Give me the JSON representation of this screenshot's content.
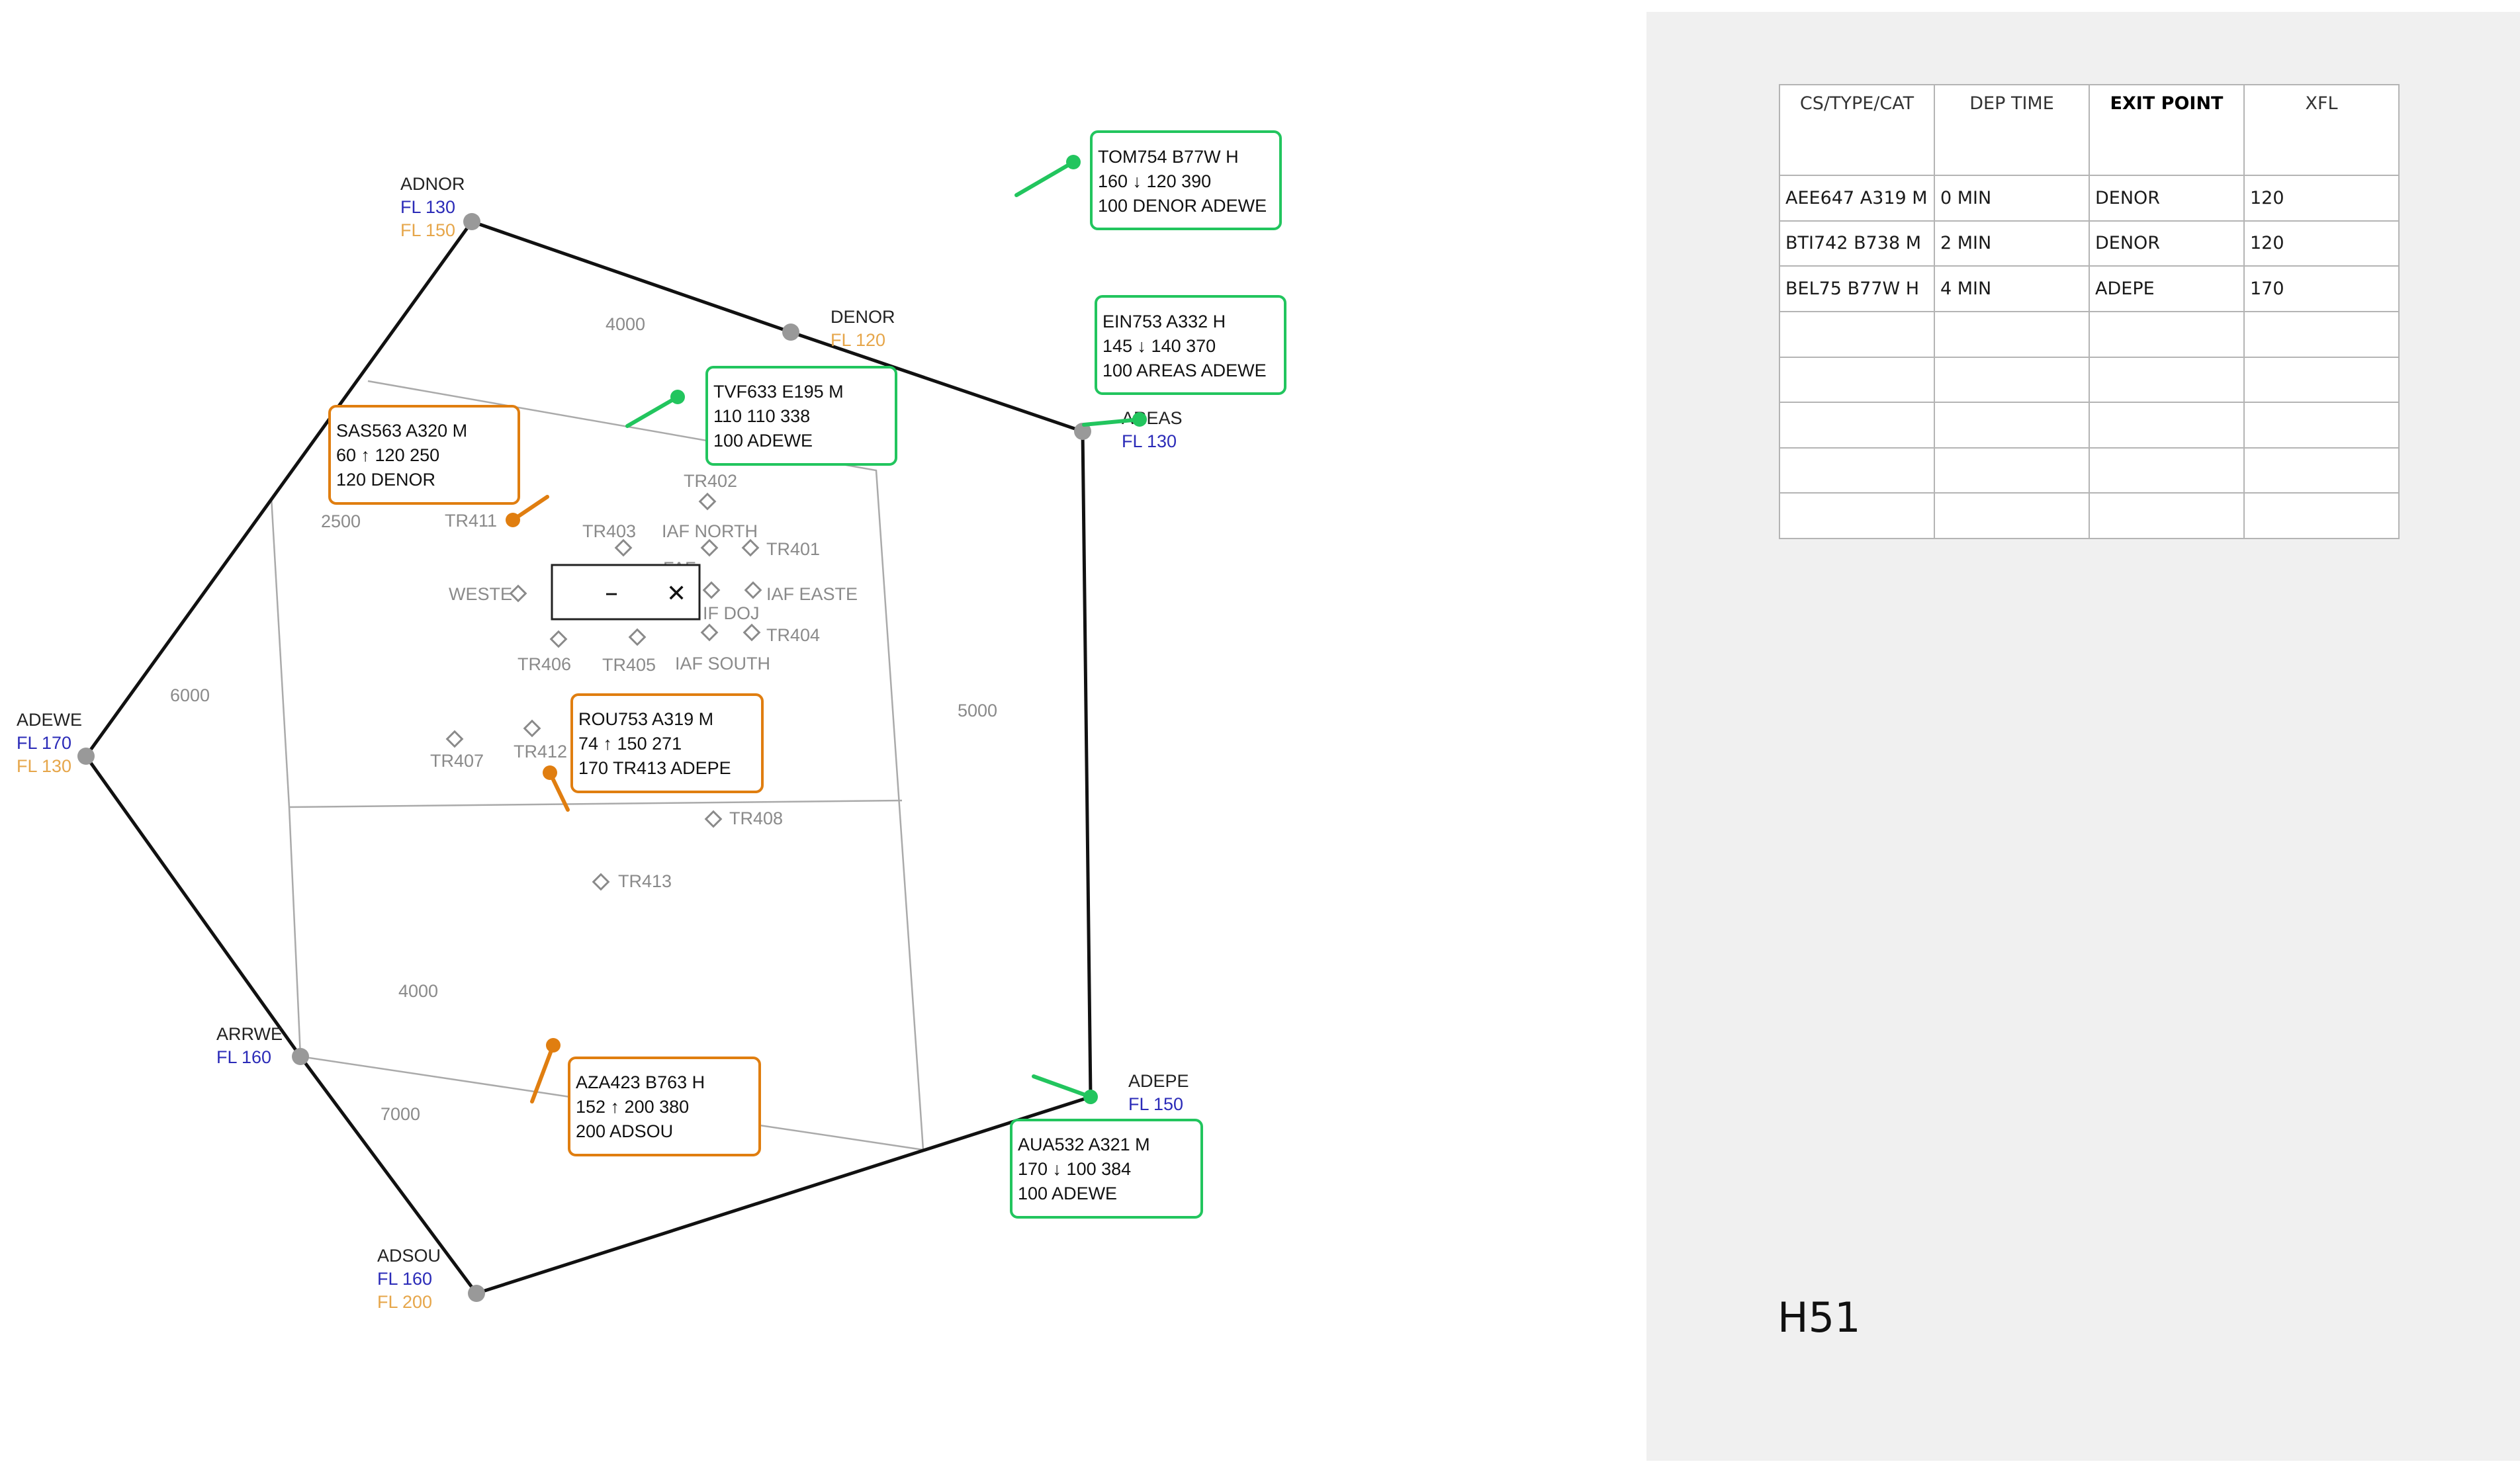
{
  "colors": {
    "fl_entry": "#2b2bb8",
    "fl_exit": "#e6a64a",
    "tag_green": "#22c55e",
    "tag_orange": "#e07e10",
    "sector_border": "#111111",
    "inner_lines": "#aaaaaa",
    "gray_text": "#8a8a8a",
    "fix_dot": "#999999"
  },
  "waypoints": [
    {
      "name": "ADNOR",
      "fl_entry": "FL 130",
      "fl_exit": "FL 150"
    },
    {
      "name": "DENOR",
      "fl_exit": "FL 120"
    },
    {
      "name": "AREAS",
      "fl_entry": "FL 130"
    },
    {
      "name": "ADEPE",
      "fl_entry": "FL 150"
    },
    {
      "name": "ADSOU",
      "fl_entry": "FL 160",
      "fl_exit": "FL 200"
    },
    {
      "name": "ARRWE",
      "fl_entry": "FL 160"
    },
    {
      "name": "ADEWE",
      "fl_entry": "FL 170",
      "fl_exit": "FL 130"
    }
  ],
  "altitude_labels": [
    "4000",
    "2500",
    "5000",
    "6000",
    "4000",
    "7000"
  ],
  "fixes": [
    {
      "name": "TR402"
    },
    {
      "name": "TR403"
    },
    {
      "name": "IAF NORTH"
    },
    {
      "name": "TR401"
    },
    {
      "name": "WESTE"
    },
    {
      "name": "FAF"
    },
    {
      "name": "IAF EASTE"
    },
    {
      "name": "IF DOJ"
    },
    {
      "name": "TR404"
    },
    {
      "name": "TR406"
    },
    {
      "name": "TR405"
    },
    {
      "name": "IAF SOUTH"
    },
    {
      "name": "TR407"
    },
    {
      "name": "TR412"
    },
    {
      "name": "TR411"
    },
    {
      "name": "TR408"
    },
    {
      "name": "TR413"
    }
  ],
  "zoom_box": {
    "minus": "–",
    "close": "✕"
  },
  "aircraft": [
    {
      "color": "green",
      "line1": "TOM754 B77W H",
      "line2": "160 ↓ 120 390",
      "line3": "100 DENOR ADEWE"
    },
    {
      "color": "green",
      "line1": "EIN753 A332 H",
      "line2": "145 ↓ 140 370",
      "line3": "100 AREAS ADEWE"
    },
    {
      "color": "green",
      "line1": "TVF633 E195 M",
      "line2": "110  110 338",
      "line3": "100 ADEWE"
    },
    {
      "color": "orange",
      "line1": "SAS563 A320 M",
      "line2": "60 ↑ 120 250",
      "line3": "120 DENOR"
    },
    {
      "color": "orange",
      "line1": "ROU753 A319 M",
      "line2": "74 ↑ 150 271",
      "line3": "170 TR413 ADEPE"
    },
    {
      "color": "orange",
      "line1": "AZA423 B763 H",
      "line2": "152 ↑ 200 380",
      "line3": "200 ADSOU"
    },
    {
      "color": "green",
      "line1": "AUA532 A321 M",
      "line2": "170 ↓ 100 384",
      "line3": "100 ADEWE"
    }
  ],
  "departure_list": {
    "headers": [
      "CS/TYPE/CAT",
      "DEP TIME",
      "EXIT POINT",
      "XFL"
    ],
    "rows": [
      [
        "AEE647 A319 M",
        "0 MIN",
        "DENOR",
        "120"
      ],
      [
        "BTI742 B738 M",
        "2 MIN",
        "DENOR",
        "120"
      ],
      [
        "BEL75 B77W H",
        "4 MIN",
        "ADEPE",
        "170"
      ],
      [
        "",
        "",
        "",
        ""
      ],
      [
        "",
        "",
        "",
        ""
      ],
      [
        "",
        "",
        "",
        ""
      ],
      [
        "",
        "",
        "",
        ""
      ],
      [
        "",
        "",
        "",
        ""
      ]
    ]
  },
  "sector_id": "H51"
}
